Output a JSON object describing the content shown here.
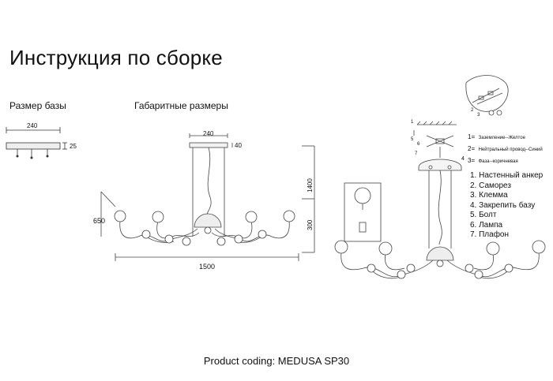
{
  "page": {
    "title": "Инструкция по сборке",
    "base_size_label": "Размер базы",
    "overall_dims_label": "Габаритные размеры",
    "footer": "Product coding: MEDUSA SP30"
  },
  "base_dims": {
    "width": "240",
    "height": "25"
  },
  "overall_dims": {
    "top_plate": "240",
    "length": "1500",
    "height": "650",
    "max_height": "1400",
    "min_height": "300",
    "plate_height": "40"
  },
  "wiring": [
    {
      "num": "1",
      "text": "Заземление--Желтое"
    },
    {
      "num": "2",
      "text": "Нейтральный провод--Синий"
    },
    {
      "num": "3",
      "text": "Фаза--коричневая"
    }
  ],
  "diagram_numbers": [
    "1",
    "2",
    "3",
    "4",
    "5",
    "6",
    "7"
  ],
  "parts": [
    "1. Настенный анкер",
    "2. Саморез",
    "3. Клемма",
    "4. Закрепить базу",
    "5. Болт",
    "6. Лампа",
    "7. Плафон"
  ]
}
